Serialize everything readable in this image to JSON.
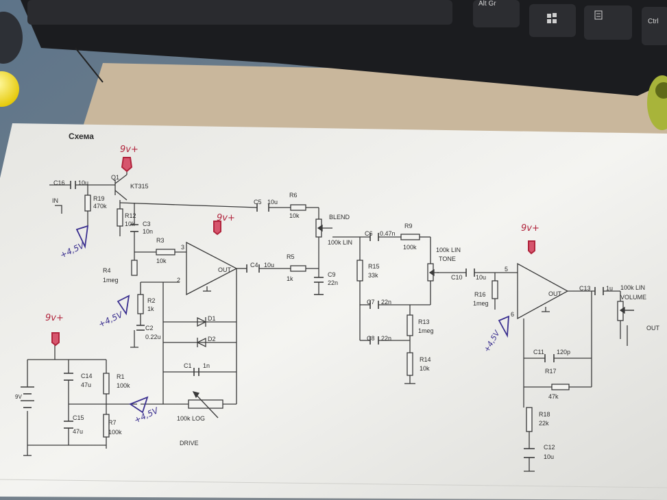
{
  "keyboard": {
    "keys": [
      "Alt Gr",
      "Ctrl"
    ],
    "windows_key_icon": "windows-logo-icon",
    "menu_key_icon": "context-menu-icon"
  },
  "sheet": {
    "heading": "Схема"
  },
  "schematic": {
    "input": {
      "cap": "C16",
      "cap_value": "10u",
      "label": "IN"
    },
    "transistor": {
      "ref": "Q1",
      "part": "KT315"
    },
    "r19": {
      "ref": "R19",
      "value": "470k"
    },
    "r12": {
      "ref": "R12",
      "value": "10k"
    },
    "c3": {
      "ref": "C3",
      "value": "10n"
    },
    "r3": {
      "ref": "R3",
      "value": "10k"
    },
    "r4": {
      "ref": "R4",
      "value": "1meg"
    },
    "r2": {
      "ref": "R2",
      "value": "1k"
    },
    "c2": {
      "ref": "C2",
      "value": "0.22u"
    },
    "d1": {
      "ref": "D1"
    },
    "d2": {
      "ref": "D2"
    },
    "c1": {
      "ref": "C1",
      "value": "1n"
    },
    "drive_pot": {
      "value": "100k LOG",
      "label": "DRIVE"
    },
    "opamp1": {
      "out": "OUT",
      "pin_plus": "3",
      "pin_minus": "2"
    },
    "c5": {
      "ref": "C5",
      "value": "10u"
    },
    "r6": {
      "ref": "R6",
      "value": "10k"
    },
    "c4": {
      "ref": "C4",
      "value": "10u"
    },
    "r5": {
      "ref": "R5",
      "value": "1k"
    },
    "c9": {
      "ref": "C9",
      "value": "22n"
    },
    "blend_pot": {
      "label": "BLEND",
      "value": "100k LIN"
    },
    "c6": {
      "ref": "C6",
      "value": "0.47n"
    },
    "r9": {
      "ref": "R9",
      "value": "100k"
    },
    "r15": {
      "ref": "R15",
      "value": "33k"
    },
    "c7": {
      "ref": "C7",
      "value": "22n"
    },
    "c8": {
      "ref": "C8",
      "value": "22n"
    },
    "r13": {
      "ref": "R13",
      "value": "1meg"
    },
    "r14": {
      "ref": "R14",
      "value": "10k"
    },
    "tone_pot": {
      "value": "100k LIN",
      "label": "TONE"
    },
    "c10": {
      "ref": "C10",
      "value": "10u"
    },
    "r16": {
      "ref": "R16",
      "value": "1meg"
    },
    "opamp2": {
      "out": "OUT",
      "pin_plus": "5",
      "pin_minus": "6"
    },
    "c13": {
      "ref": "C13",
      "value": "1u"
    },
    "volume_pot": {
      "value": "100k LIN",
      "label": "VOLUME"
    },
    "output_label": "OUT",
    "c11": {
      "ref": "C11",
      "value": "120p"
    },
    "r17": {
      "ref": "R17",
      "value": "47k"
    },
    "r18": {
      "ref": "R18",
      "value": "22k"
    },
    "c12": {
      "ref": "C12",
      "value": "10u"
    },
    "battery": {
      "label": "9V"
    },
    "c14": {
      "ref": "C14",
      "value": "47u"
    },
    "r1": {
      "ref": "R1",
      "value": "100k"
    },
    "c15": {
      "ref": "C15",
      "value": "47u"
    },
    "r7": {
      "ref": "R7",
      "value": "100k"
    }
  },
  "handwriting": {
    "supply_note": "9v+",
    "bias_note": "+4,5V"
  }
}
